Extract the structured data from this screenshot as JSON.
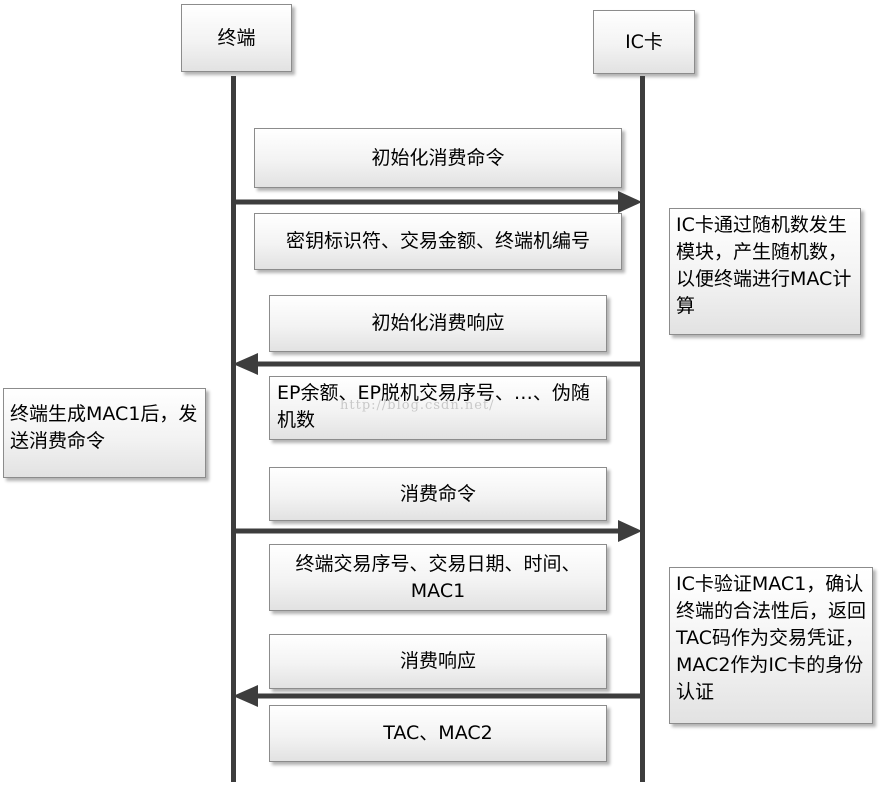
{
  "participants": {
    "terminal": "终端",
    "card": "IC卡"
  },
  "messages": [
    {
      "label": "初始化消费命令",
      "data": "密钥标识符、交易金额、终端机编号",
      "direction": "terminal-to-card"
    },
    {
      "label": "初始化消费响应",
      "data": "EP余额、EP脱机交易序号、…、伪随机数",
      "direction": "card-to-terminal"
    },
    {
      "label": "消费命令",
      "data": "终端交易序号、交易日期、时间、MAC1",
      "direction": "terminal-to-card"
    },
    {
      "label": "消费响应",
      "data": "TAC、MAC2",
      "direction": "card-to-terminal"
    }
  ],
  "notes": {
    "card_random": "IC卡通过随机数发生模块，产生随机数，以便终端进行MAC计算",
    "terminal_mac1": "终端生成MAC1后，发送消费命令",
    "card_verify": "IC卡验证MAC1，确认终端的合法性后，返回TAC码作为交易凭证，MAC2作为IC卡的身份认证"
  },
  "watermark": "http://blog.csdn.net/"
}
